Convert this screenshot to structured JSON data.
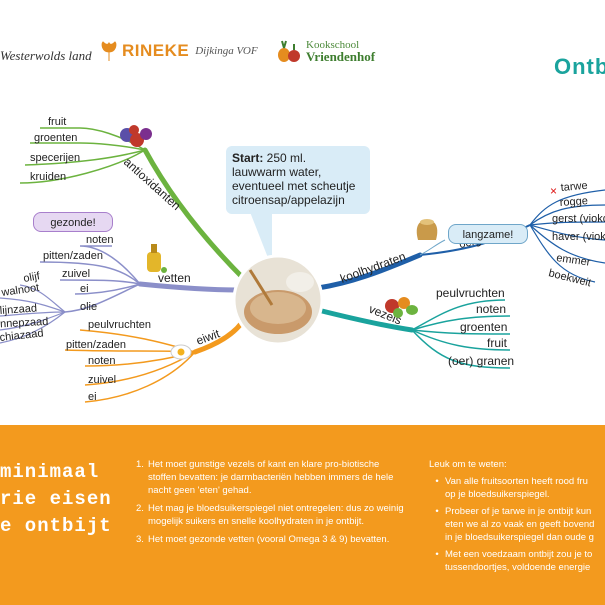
{
  "logos": {
    "westerwolds": "Westerwolds land",
    "rineke": "RINEKE",
    "rineke_sub": "Dijkinga VOF",
    "kookschool_small": "Kookschool",
    "kookschool_big": "Vriendenhof"
  },
  "title": "Ontb",
  "start": {
    "label": "Start:",
    "text1": " 250 ml.",
    "text2": "lauwwarm water,",
    "text3": "eventueel met scheutje",
    "text4": "citroensap/appelazijn"
  },
  "bubbles": {
    "gezonde": "gezonde!",
    "langzame": "langzame!"
  },
  "branches": {
    "antioxidanten": "antioxidanten",
    "vetten": "vetten",
    "eiwit": "eiwit",
    "koolhydraten": "koolhydraten",
    "oergranen": "oergranen",
    "vezels": "vezels"
  },
  "antioxidanten_items": [
    "fruit",
    "groenten",
    "specerijen",
    "kruiden"
  ],
  "vetten_items": [
    "noten",
    "pitten/zaden",
    "zuivel",
    "ei",
    "olie"
  ],
  "olie_items": [
    "olijf",
    "walnoot",
    "lijnzaad",
    "hennepzaad",
    "chiazaad"
  ],
  "eiwit_items": [
    "peulvruchten",
    "pitten/zaden",
    "noten",
    "zuivel",
    "ei"
  ],
  "oergranen_items": [
    "tarwe",
    "rogge",
    "gerst (viokorn)",
    "haver (viokorn)",
    "emmer",
    "boekweit"
  ],
  "vezels_items": [
    "peulvruchten",
    "noten",
    "groenten",
    "fruit",
    "(oer) granen"
  ],
  "bottom": {
    "title_lines": [
      "minimaal",
      "rie eisen",
      "e ontbijt"
    ],
    "list1": [
      {
        "num": "1.",
        "text": "Het moet gunstige vezels of kant en klare pro-biotische stoffen bevatten: je darmbacteriën hebben immers de hele nacht geen 'eten' gehad."
      },
      {
        "num": "2.",
        "text": "Het mag je bloedsuikerspiegel niet ontregelen: dus zo weinig mogelijk suikers en snelle koolhydraten in je ontbijt."
      },
      {
        "num": "3.",
        "text": "Het moet gezonde vetten (vooral Omega 3 & 9) bevatten."
      }
    ],
    "list2_head": "Leuk om te weten:",
    "list2": [
      [
        "Van alle fruitsoorten heeft rood fru",
        "op je bloedsuikerspiegel."
      ],
      [
        "Probeer of je tarwe in je ontbijt kun",
        "eten we al zo vaak en geeft bovend",
        "in je bloedsuikerspiegel dan oude g"
      ],
      [
        "Met een voedzaam ontbijt zou je to",
        "tussendoortjes, voldoende energie"
      ]
    ]
  },
  "colors": {
    "antioxidanten": "#6cb33f",
    "vetten": "#8b8fc9",
    "eiwit": "#f39a1e",
    "koolhydraten": "#1f5fa8",
    "vezels": "#1aa39d",
    "bottom_bg": "#f39a1e",
    "title": "#1aa39d"
  }
}
